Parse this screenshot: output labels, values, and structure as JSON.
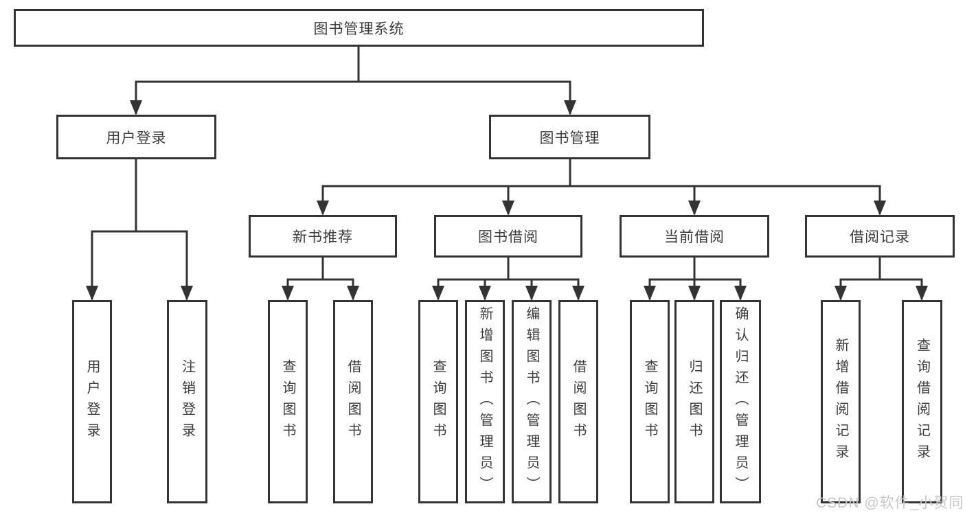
{
  "diagram": {
    "nodes": {
      "root": "图书管理系统",
      "user_login": "用户登录",
      "book_mgmt": "图书管理",
      "new_books": "新书推荐",
      "book_borrow": "图书借阅",
      "current_borrow": "当前借阅",
      "borrow_record": "借阅记录",
      "leaf_user_login": "用户登录",
      "leaf_logout": "注销登录",
      "leaf_nb_query": "查询图书",
      "leaf_nb_borrow": "借阅图书",
      "leaf_bb_query": "查询图书",
      "leaf_bb_add": "新增图书（管理员）",
      "leaf_bb_edit": "编辑图书（管理员）",
      "leaf_bb_borrow": "借阅图书",
      "leaf_cb_query": "查询图书",
      "leaf_cb_return": "归还图书",
      "leaf_cb_confirm": "确认归还（管理员）",
      "leaf_br_add": "新增借阅记录",
      "leaf_br_query": "查询借阅记录"
    },
    "colors": {
      "line": "#333333",
      "text": "#3d3d3d",
      "background": "#ffffff",
      "watermark": "#c7c7c7"
    },
    "watermark": "CSDN @软件_小贺同学"
  }
}
